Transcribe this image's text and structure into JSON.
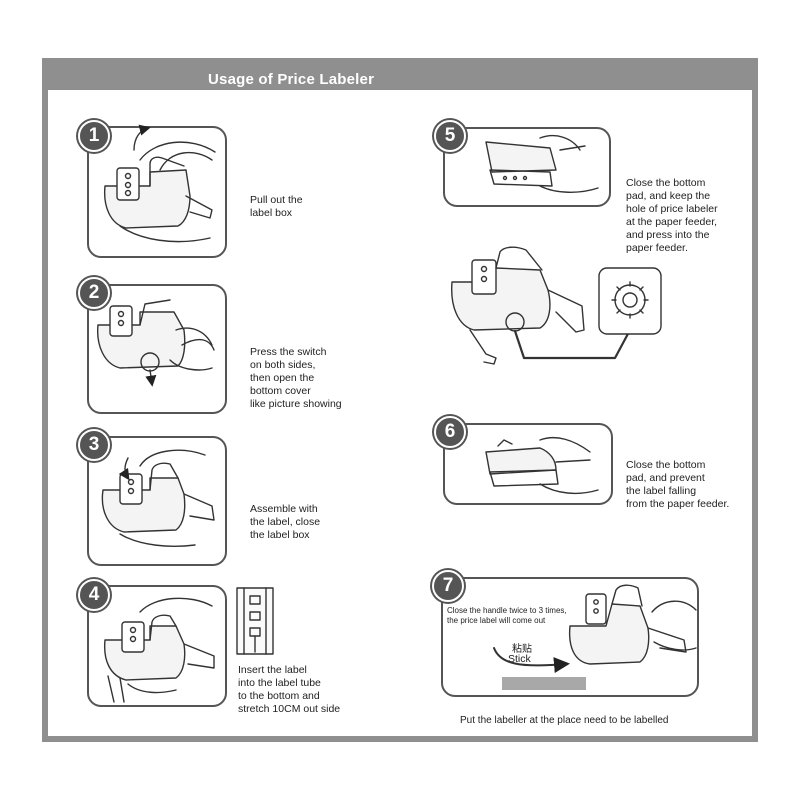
{
  "title": "Usage of Price Labeler",
  "steps": [
    {
      "number": "1",
      "lines": [
        "Pull out the",
        "label box"
      ]
    },
    {
      "number": "2",
      "lines": [
        "Press the switch",
        "on both sides,",
        "then open the",
        "bottom cover",
        "like picture showing"
      ]
    },
    {
      "number": "3",
      "lines": [
        "Assemble with",
        "the label, close",
        "the label box"
      ]
    },
    {
      "number": "4",
      "lines": [
        "Insert the label",
        "into the label tube",
        "to the bottom and",
        "stretch 10CM out side"
      ]
    },
    {
      "number": "5",
      "lines": [
        "Close the bottom",
        "pad, and keep the",
        "hole of price labeler",
        "at the paper feeder,",
        "and press into the",
        "paper feeder."
      ]
    },
    {
      "number": "6",
      "lines": [
        "Close the bottom",
        "pad, and prevent",
        "the label falling",
        "from the paper feeder."
      ]
    },
    {
      "number": "7",
      "lines": [
        "Close the handle twice to 3 times,",
        "the price label will come out"
      ]
    }
  ],
  "stick_cn": "粘贴",
  "stick_en": "Stick",
  "footer": "Put the labeller at the place need to be labelled"
}
